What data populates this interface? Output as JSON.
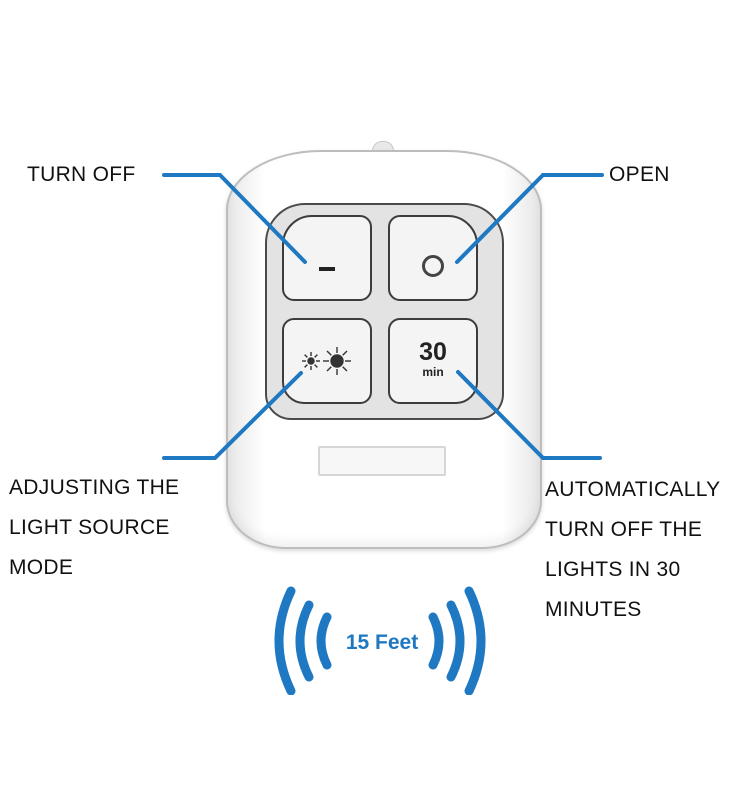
{
  "labels": {
    "turn_off": "TURN OFF",
    "open": "OPEN",
    "adjust_lines": [
      "ADJUSTING THE",
      "LIGHT SOURCE",
      "MODE"
    ],
    "auto_lines": [
      "AUTOMATICALLY",
      "TURN OFF THE",
      "LIGHTS IN 30",
      "MINUTES"
    ]
  },
  "remote": {
    "timer_number": "30",
    "timer_unit": "min"
  },
  "range": {
    "text": "15 Feet"
  },
  "icons": {
    "off": "minus-icon",
    "on": "circle-icon",
    "mode": "brightness-icon",
    "signal": "wireless-signal-icon"
  },
  "colors": {
    "accent": "#1e78c2",
    "button_border": "#3c3c3c"
  }
}
